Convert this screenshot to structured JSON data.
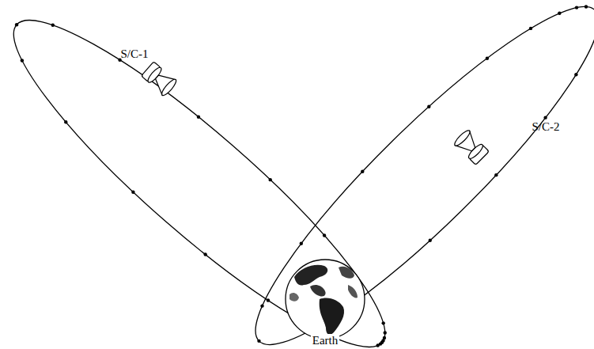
{
  "diagram": {
    "labels": [
      "S/C-1",
      "S/C-2",
      "Earth"
    ]
  }
}
